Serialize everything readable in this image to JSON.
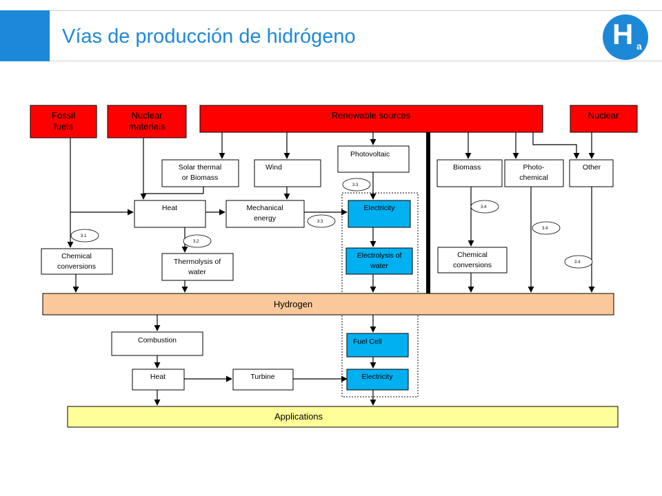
{
  "header": {
    "title": "Vías de producción de hidrógeno",
    "logo_letter": "H",
    "logo_sub": "a",
    "accent_color": "#1e88d8"
  },
  "colors": {
    "source": "#ff0000",
    "electric": "#00b0f0",
    "hydrogen": "#fbc89a",
    "applications": "#ffff99"
  },
  "nodes": {
    "fossil": [
      "Fossil",
      "fuels"
    ],
    "nuclear_materials": [
      "Nuclear",
      "materials"
    ],
    "renewable": "Renewable sources",
    "nuclear": "Nuclear",
    "solar": [
      "Solar thermal",
      "or Biomass"
    ],
    "wind": "Wind",
    "photovoltaic": "Photovoltaic",
    "biomass": "Biomass",
    "photochemical": [
      "Photo-",
      "chemical"
    ],
    "other": "Other",
    "heat": "Heat",
    "mechanical": [
      "Mechanical",
      "energy"
    ],
    "electricity_top": "Electricity",
    "chem_conv_left": [
      "Chemical",
      "conversions"
    ],
    "thermolysis": [
      "Thermolysis of",
      "water"
    ],
    "electrolysis": [
      "Electrolysis of",
      "water"
    ],
    "chem_conv_right": [
      "Chemical",
      "conversions"
    ],
    "hydrogen": "Hydrogen",
    "combustion": "Combustion",
    "heat_bottom": "Heat",
    "turbine": "Turbine",
    "fuel_cell": "Fuel  Cell",
    "electricity_bottom": "Electricity",
    "applications": "Applications"
  },
  "badges": {
    "b31": "3.1",
    "b32": "3.2",
    "b33_top": "3.3",
    "b33_mid": "3.3",
    "b34_biomass": "3.4",
    "b34_photo": "3.4",
    "b34_other": "3.4"
  }
}
